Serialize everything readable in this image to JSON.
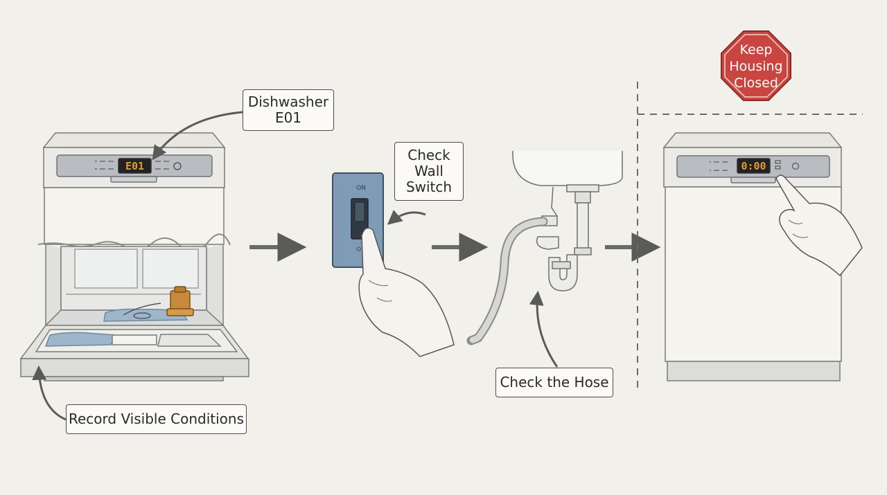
{
  "labels": {
    "dishwasher_error": [
      "Dishwasher",
      "E01"
    ],
    "record_conditions": "Record Visible Conditions",
    "check_wall_switch": [
      "Check",
      "Wall",
      "Switch"
    ],
    "check_hose": "Check the Hose",
    "keep_housing_closed": [
      "Keep",
      "Housing",
      "Closed"
    ]
  },
  "left_display_code": "E01",
  "right_display_code": "0:00",
  "wall_switch": {
    "top_label": "ON",
    "bottom_label": "ON"
  },
  "colors": {
    "background": "#f1f0ea",
    "stop_sign": "#c9453f",
    "display_text": "#e29a36",
    "switch_plate": "#7f9bb5",
    "float_switch": "#c88a3a",
    "water": "#9db6cc"
  }
}
